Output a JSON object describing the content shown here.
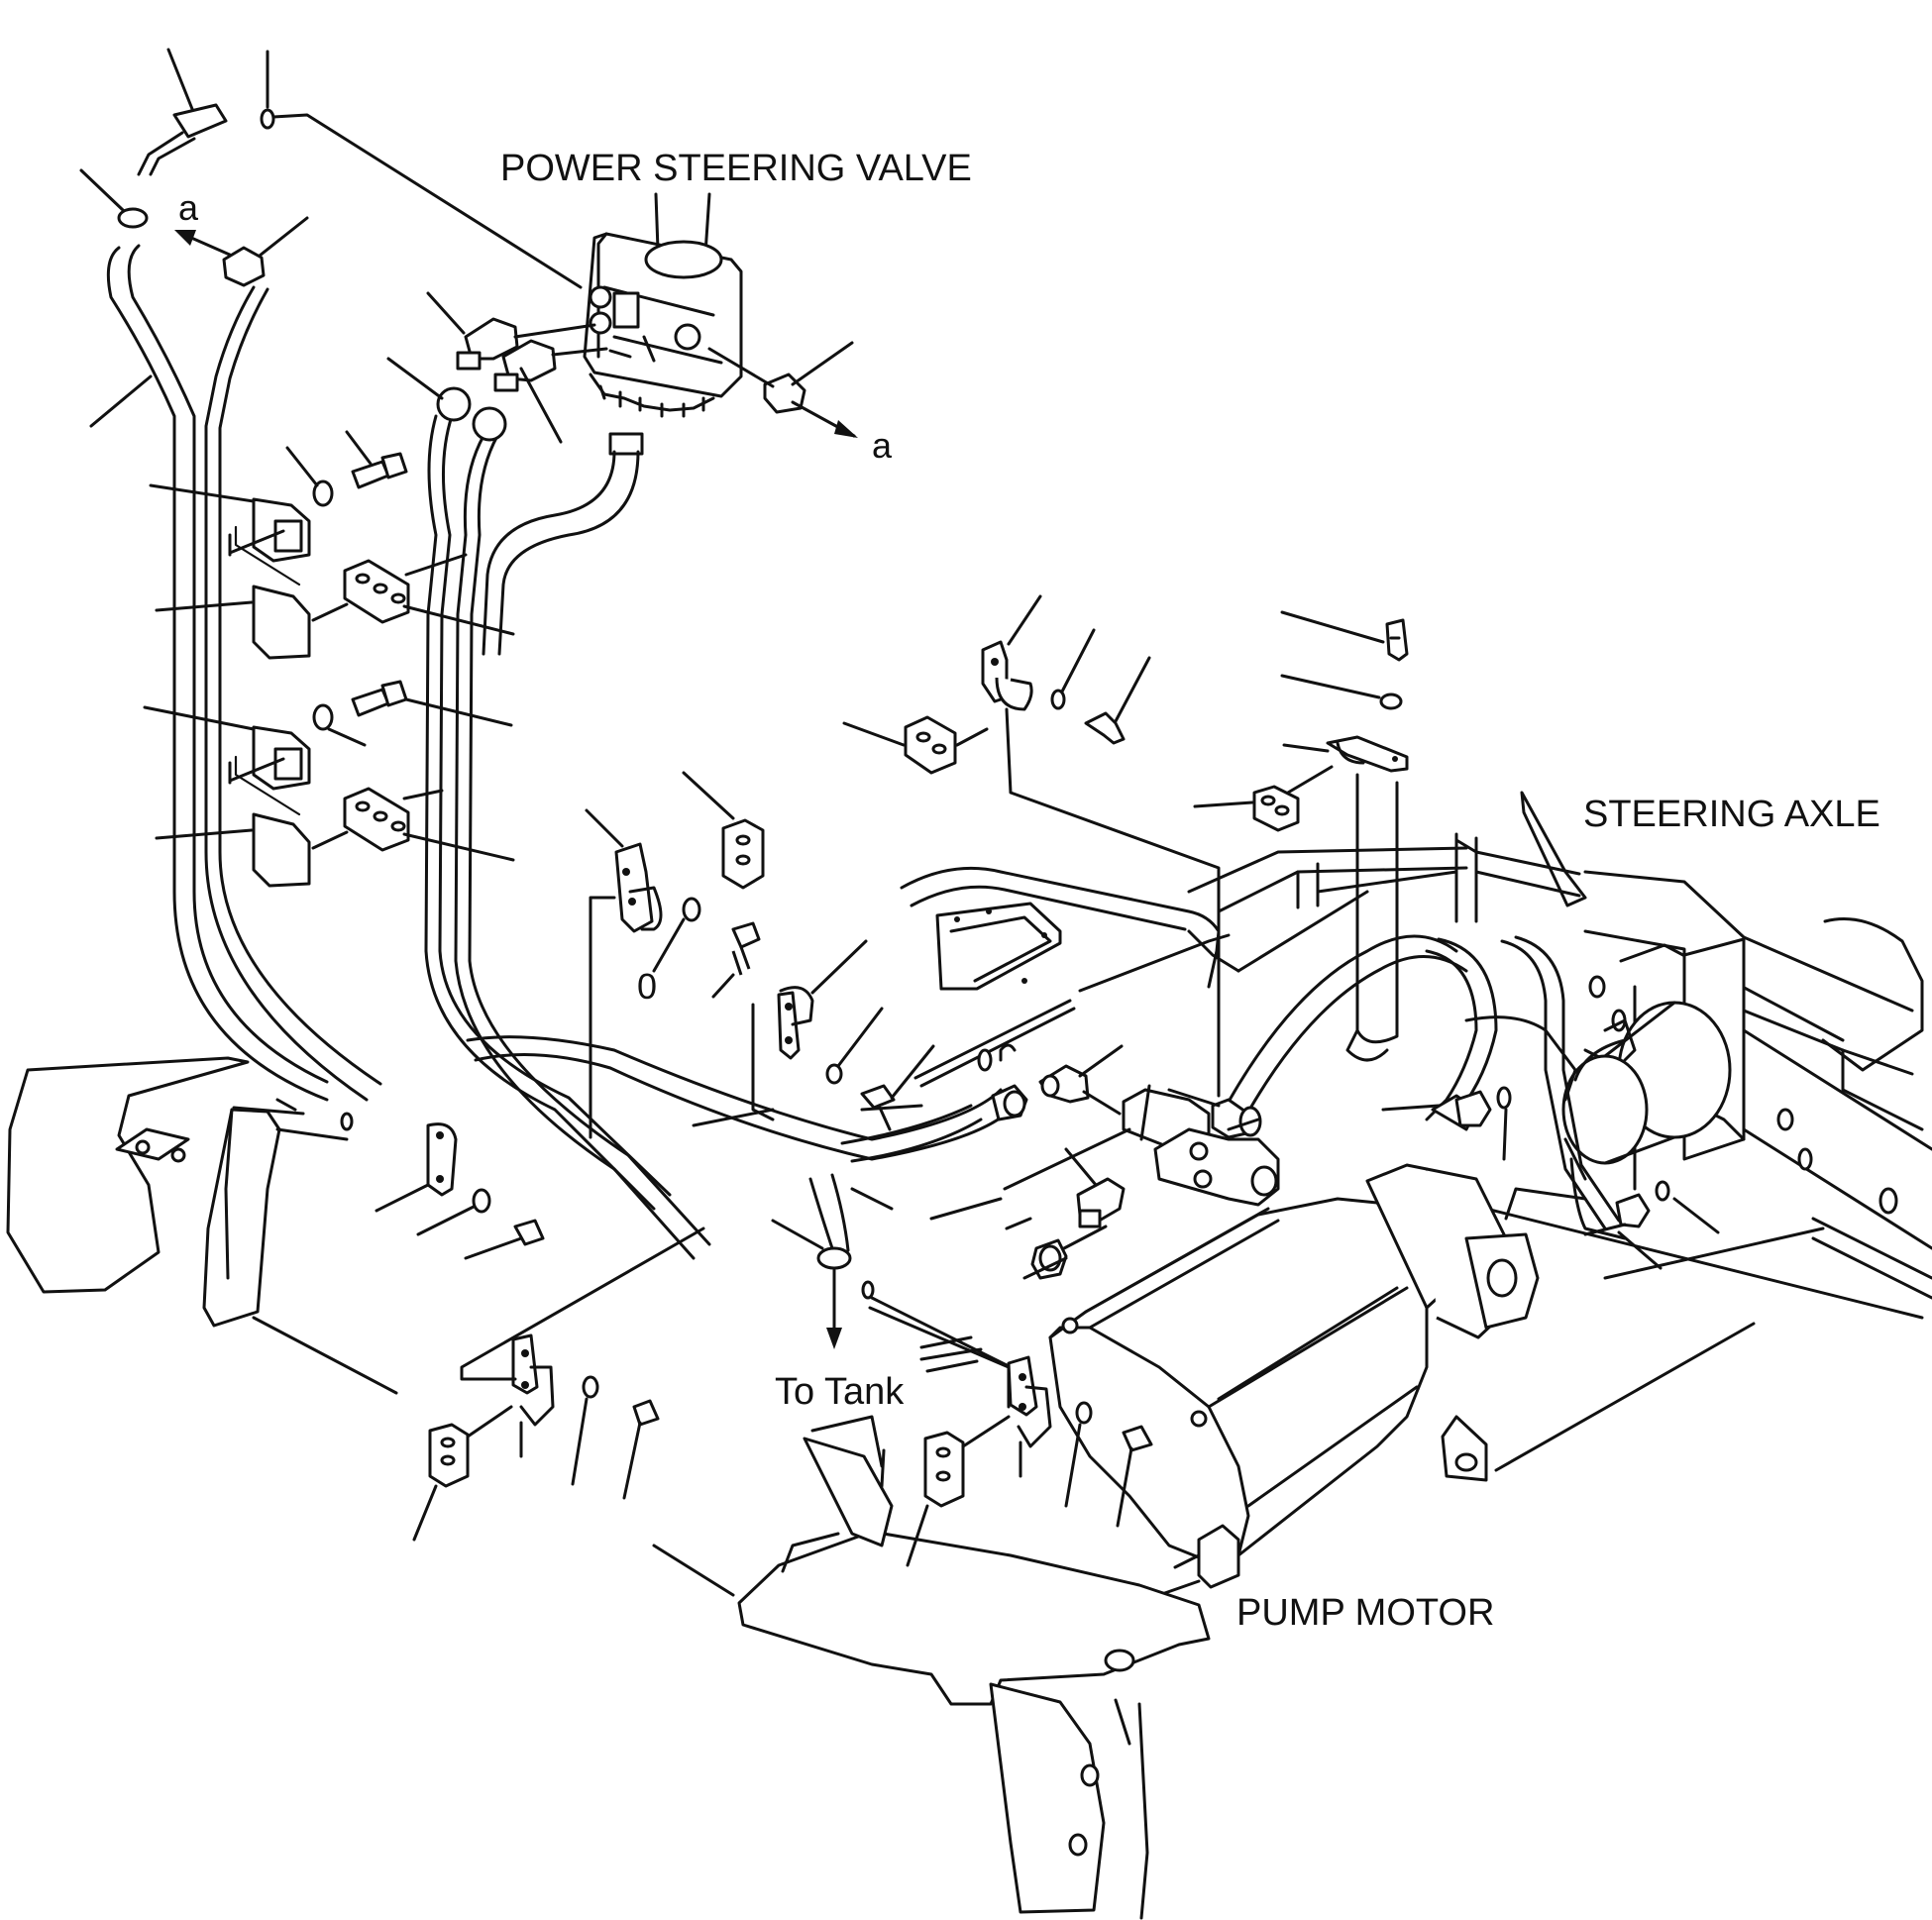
{
  "diagram": {
    "labels": {
      "power_steering_valve": "POWER STEERING VALVE",
      "steering_axle": "STEERING AXLE",
      "pump_motor": "PUMP MOTOR",
      "to_tank": "To Tank",
      "ref_a_left": "a",
      "ref_a_right": "a",
      "zero_mark": "0"
    }
  }
}
